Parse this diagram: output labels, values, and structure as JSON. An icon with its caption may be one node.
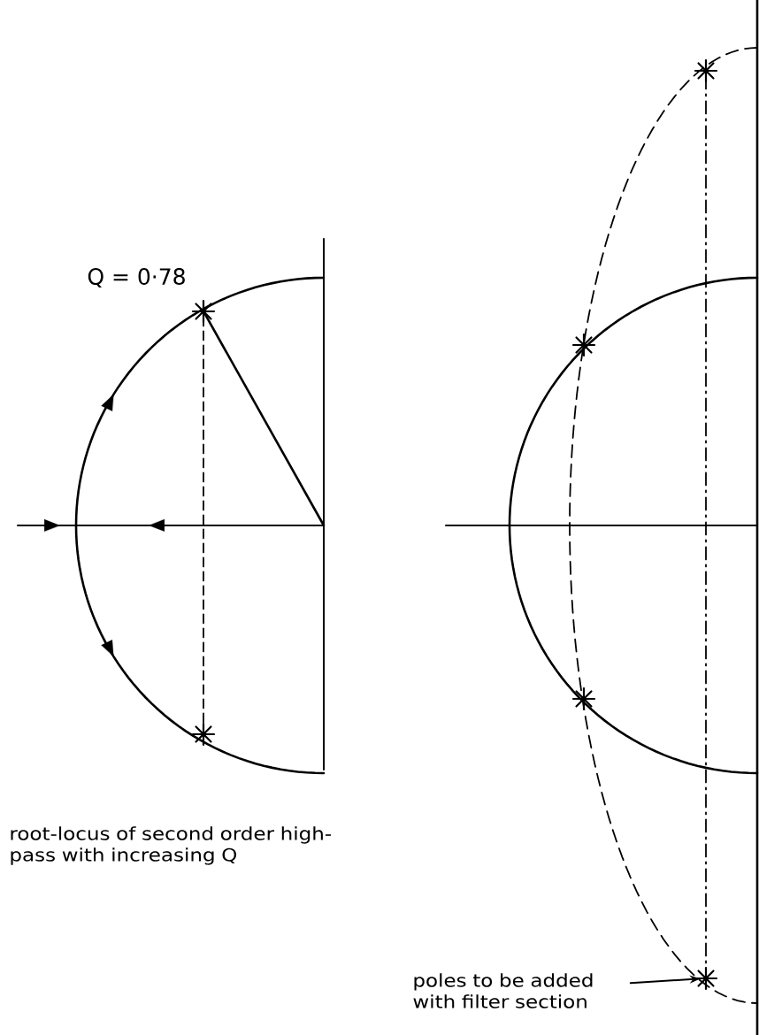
{
  "diagram": {
    "nodes": [
      {
        "text": [],
        "shape": "star"
      },
      {
        "text": [],
        "shape": "star"
      },
      {
        "text": [],
        "shape": "star"
      },
      {
        "text": [],
        "shape": "star"
      },
      {
        "text": [],
        "shape": "star"
      },
      {
        "text": [],
        "shape": "star"
      },
      {
        "text": [
          "poles to be added with filter section"
        ]
      }
    ],
    "edges": [
      {
        "from": 0,
        "to": 1,
        "arrow": "none",
        "style": "dashed"
      },
      {
        "from": 2,
        "to": 5,
        "arrow": "none",
        "style": "dashed"
      },
      {
        "from": 6,
        "to": 5,
        "arrow": "to"
      }
    ],
    "labels": [
      "Q = 0·78",
      "root-locus of second order high-pass with increasing Q"
    ]
  }
}
